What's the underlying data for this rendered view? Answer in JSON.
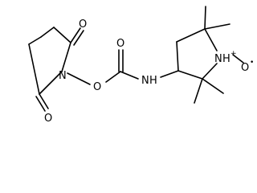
{
  "molecule": {
    "atoms": {
      "o_top": "O",
      "o_bottom": "O",
      "n_imide": "N",
      "o_ester": "O",
      "o_carbonyl": "O",
      "n_amide_n": "N",
      "n_amide_h": "H",
      "n_ring_n": "N",
      "n_ring_h": "H",
      "n_ring_charge": "+",
      "n_oxide_o": "O",
      "n_oxide_radical": "•"
    },
    "colors": {
      "bond": "#000000",
      "text": "#000000",
      "background": "#ffffff"
    }
  }
}
